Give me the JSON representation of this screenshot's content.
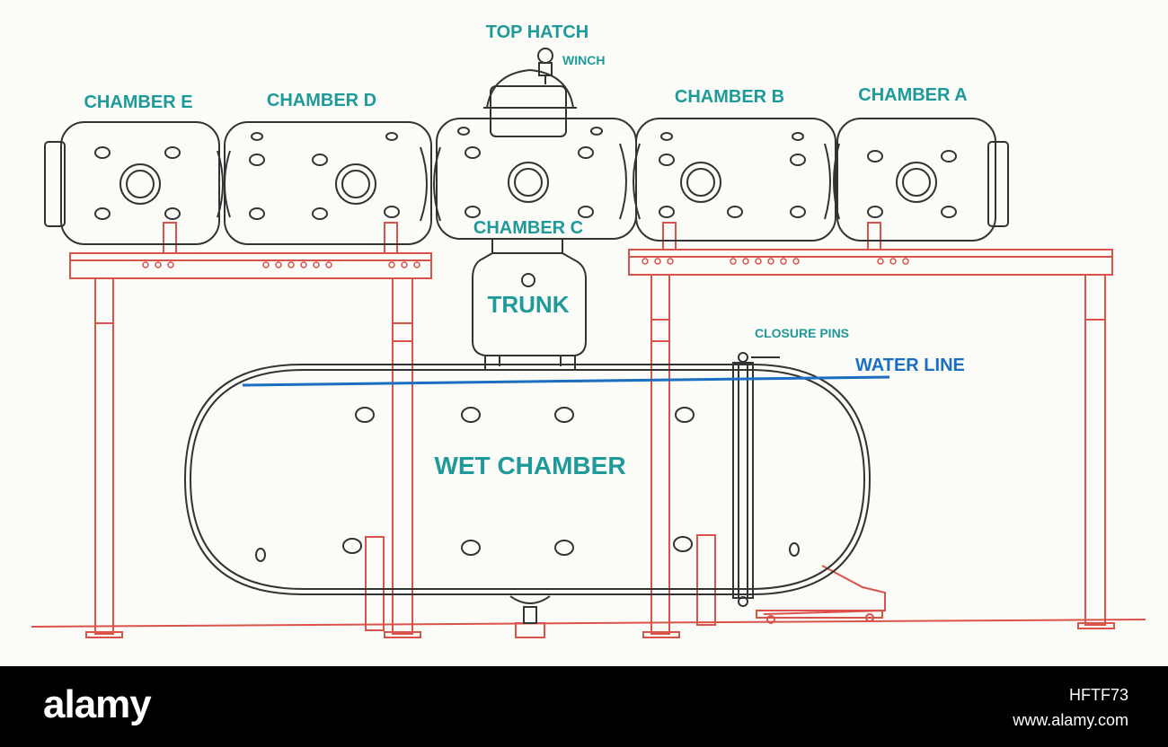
{
  "labels": {
    "top_hatch": "TOP HATCH",
    "winch": "WINCH",
    "chamber_e": "CHAMBER E",
    "chamber_d": "CHAMBER D",
    "chamber_c": "CHAMBER C",
    "chamber_b": "CHAMBER B",
    "chamber_a": "CHAMBER A",
    "trunk": "TRUNK",
    "closure_pins": "CLOSURE PINS",
    "water_line": "WATER LINE",
    "wet_chamber": "WET CHAMBER"
  },
  "footer": {
    "brand": "alamy",
    "image_id": "HFTF73",
    "site": "www.alamy.com"
  },
  "colors": {
    "label_teal": "#1f9a9a",
    "water_line_blue": "#1b6fc0",
    "frame_red": "#d9534a",
    "outline_dark": "#333333"
  }
}
